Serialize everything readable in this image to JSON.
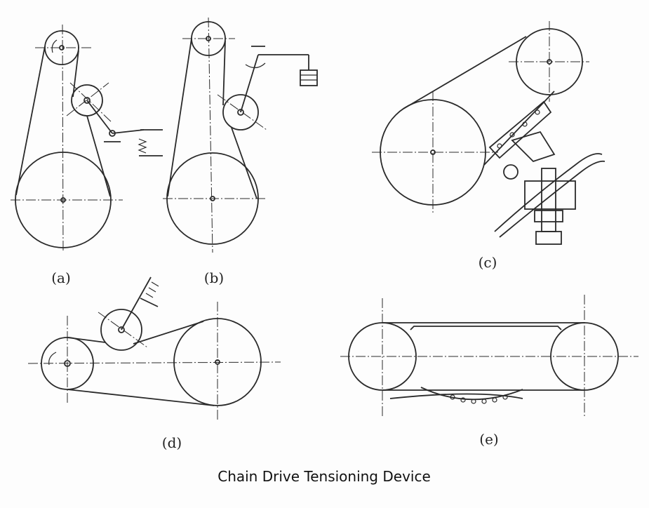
{
  "figure": {
    "caption": "Chain Drive Tensioning Device",
    "panels": [
      {
        "id": "a",
        "label": "(a)"
      },
      {
        "id": "b",
        "label": "(b)"
      },
      {
        "id": "c",
        "label": "(c)"
      },
      {
        "id": "d",
        "label": "(d)"
      },
      {
        "id": "e",
        "label": "(e)"
      }
    ]
  }
}
